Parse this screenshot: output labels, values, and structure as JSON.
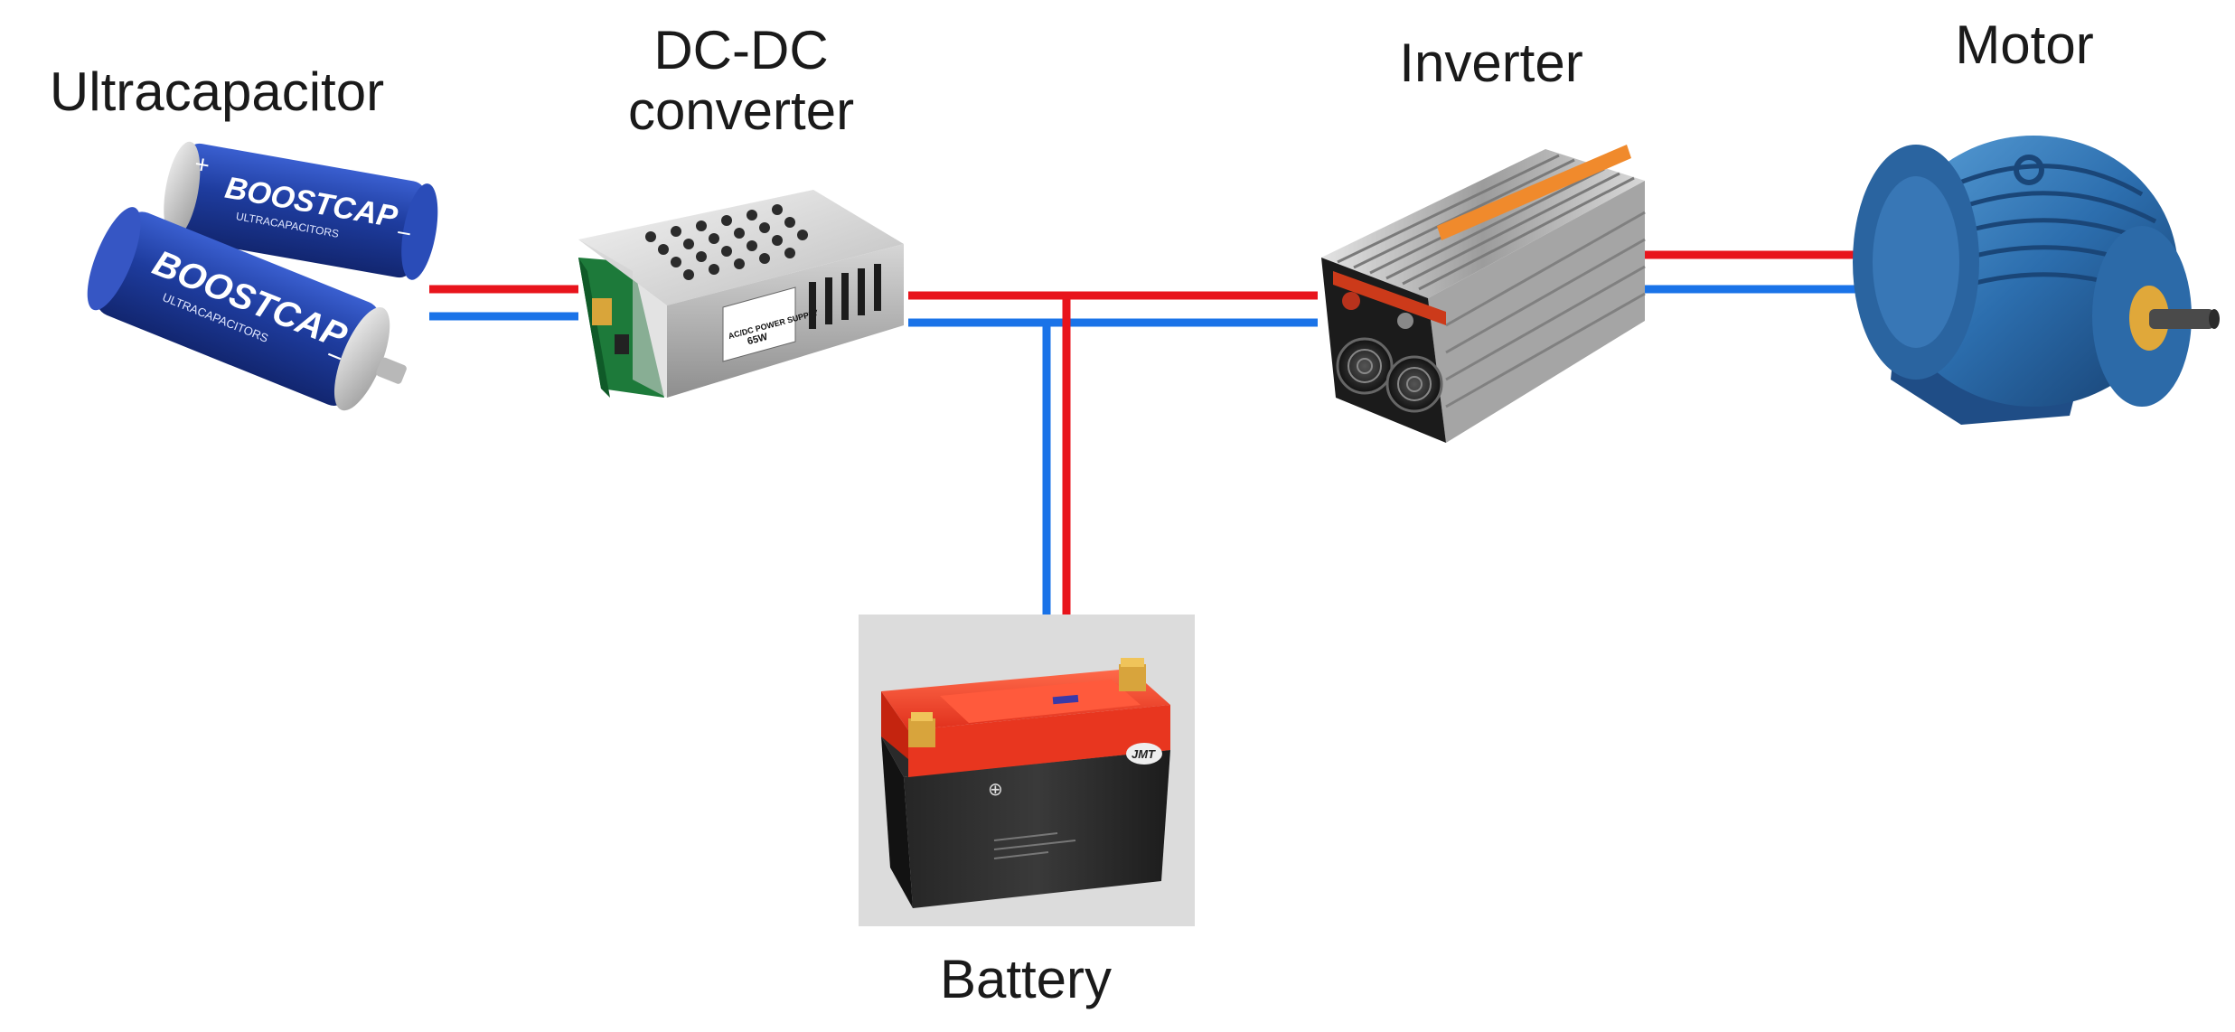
{
  "components": {
    "ultracapacitor": {
      "label": "Ultracapacitor",
      "cell_brand": "BOOSTCAP",
      "cell_subtitle": "ULTRACAPACITORS",
      "plus_mark": "+",
      "minus_mark": "−"
    },
    "dcdc_converter": {
      "label_line1": "DC-DC",
      "label_line2": "converter",
      "plate_title": "AC/DC POWER SUPPLY",
      "plate_power": "65W"
    },
    "inverter": {
      "label": "Inverter",
      "icon": "power-inverter-icon"
    },
    "motor": {
      "label": "Motor",
      "icon": "electric-motor-icon"
    },
    "battery": {
      "label": "Battery",
      "brand": "JMT",
      "plus_mark": "⊕"
    }
  },
  "wires": {
    "positive_color": "#e8141c",
    "negative_color": "#1a73e8"
  }
}
